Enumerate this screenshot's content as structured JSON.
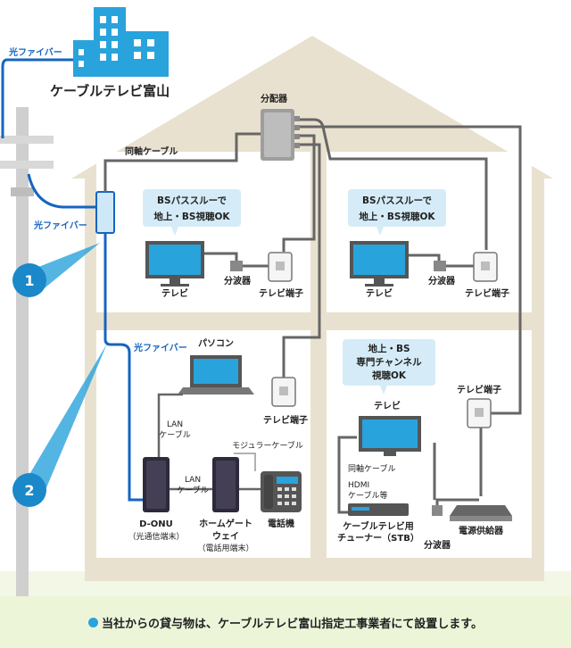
{
  "provider": {
    "name": "ケーブルテレビ富山",
    "building": "building-icon"
  },
  "fiber_labels": {
    "top": "光ファイバー",
    "mid": "光ファイバー",
    "drop": "光ファイバー"
  },
  "distributor": "分配器",
  "coax_label": "同軸ケーブル",
  "markers": [
    "1",
    "2"
  ],
  "room_upper_left": {
    "bubble": [
      "BSパススルーで",
      "地上・BS視聴OK"
    ],
    "tv": "テレビ",
    "splitter": "分波器",
    "outlet": "テレビ端子"
  },
  "room_upper_right": {
    "bubble": [
      "BSパススルーで",
      "地上・BS視聴OK"
    ],
    "tv": "テレビ",
    "splitter": "分波器",
    "outlet": "テレビ端子"
  },
  "room_lower_left": {
    "pc": "パソコン",
    "lan1": [
      "LAN",
      "ケーブル"
    ],
    "lan2": [
      "LAN",
      "ケーブル"
    ],
    "modular": "モジュラーケーブル",
    "outlet": "テレビ端子",
    "onu": [
      "D-ONU",
      "（光通信端末）"
    ],
    "gateway": [
      "ホームゲート",
      "ウェイ",
      "（電話用端末）"
    ],
    "phone": "電話機"
  },
  "room_lower_right": {
    "bubble": [
      "地上・BS",
      "専門チャンネル",
      "視聴OK"
    ],
    "tv": "テレビ",
    "outlet": "テレビ端子",
    "coax": "同軸ケーブル",
    "hdmi": [
      "HDMI",
      "ケーブル等"
    ],
    "stb": [
      "ケーブルテレビ用",
      "チューナー（STB）"
    ],
    "power": "電源供給器",
    "splitter": "分波器"
  },
  "footer": "当社からの貸与物は、ケーブルテレビ富山指定工事業者にて設置します。",
  "colors": {
    "fiber": "#1565c0",
    "cable": "#666666",
    "house": "#e9e1cf",
    "room": "#ffffff",
    "accent": "#29a3dc",
    "bubble": "#d5ecf8"
  }
}
